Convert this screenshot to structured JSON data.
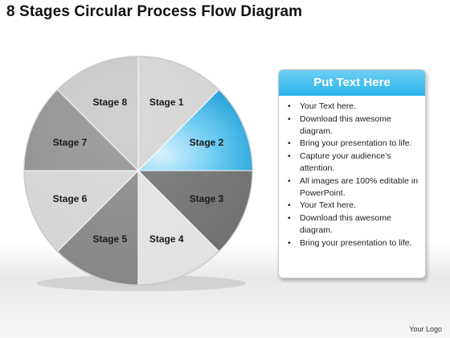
{
  "title": "8 Stages Circular Process Flow Diagram",
  "diagram": {
    "highlight_color": "#29b2ea",
    "stages": [
      {
        "label": "Stage 1"
      },
      {
        "label": "Stage 2"
      },
      {
        "label": "Stage 3"
      },
      {
        "label": "Stage 4"
      },
      {
        "label": "Stage 5"
      },
      {
        "label": "Stage 6"
      },
      {
        "label": "Stage 7"
      },
      {
        "label": "Stage 8"
      }
    ]
  },
  "panel": {
    "header": "Put Text Here",
    "header_color": "#29b2ea",
    "bullets": [
      "Your Text here.",
      "Download this awesome diagram.",
      "Bring your presentation to life.",
      "Capture your audience’s attention.",
      "All images are 100% editable in PowerPoint.",
      "Your Text here.",
      "Download this awesome diagram.",
      "Bring your presentation to life."
    ]
  },
  "logo_text": "Your Logo"
}
